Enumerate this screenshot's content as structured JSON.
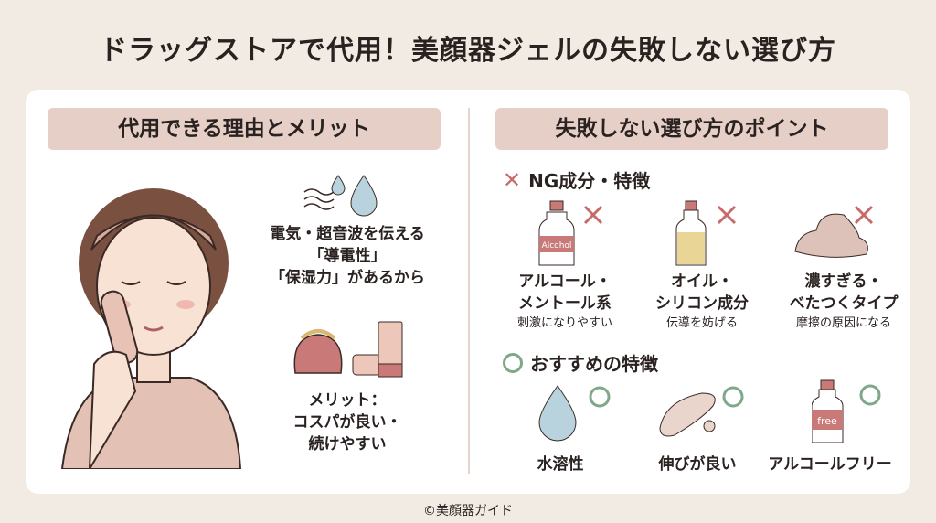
{
  "title": "ドラッグストアで代用！美顔器ジェルの失敗しない選び方",
  "left": {
    "header": "代用できる理由とメリット",
    "reason": [
      "電気・超音波を伝える",
      "「導電性」",
      "「保湿力」があるから"
    ],
    "merit": [
      "メリット：",
      "コスパが良い・",
      "続けやすい"
    ]
  },
  "right": {
    "header": "失敗しない選び方のポイント",
    "ng_title": "NG成分・特徴",
    "ng_items": [
      {
        "label": [
          "アルコール・",
          "メントール系"
        ],
        "note": "刺激になりやすい",
        "bottle_label": "Alcohol"
      },
      {
        "label": [
          "オイル・",
          "シリコン成分"
        ],
        "note": "伝導を妨げる"
      },
      {
        "label": [
          "濃すぎる・",
          "べたつくタイプ"
        ],
        "note": "摩擦の原因になる"
      }
    ],
    "ok_title": "おすすめの特徴",
    "ok_items": [
      {
        "label": "水溶性"
      },
      {
        "label": "伸びが良い"
      },
      {
        "label": "アルコールフリー",
        "bottle_label": "free"
      }
    ]
  },
  "footer": "©美顔器ガイド",
  "colors": {
    "accent": "#c96a6a",
    "ok": "#7fa88a",
    "pill": "#e6cfc7",
    "bg": "#f2ebe3"
  }
}
